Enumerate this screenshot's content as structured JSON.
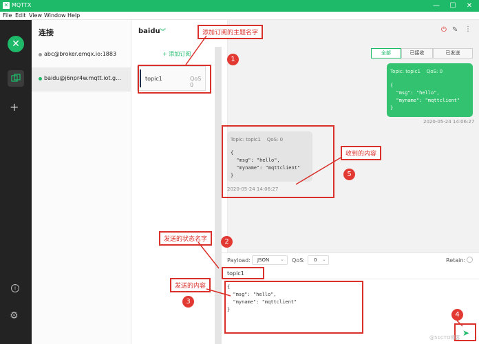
{
  "window": {
    "title": "MQTTX",
    "menu": [
      "File",
      "Edit",
      "View",
      "Window",
      "Help"
    ]
  },
  "sidebar": {
    "heading": "连接",
    "connections": [
      {
        "name": "abc@broker.emqx.io:1883",
        "status_color": "#999999"
      },
      {
        "name": "baidu@j6npr4w.mqtt.iot.g...",
        "status_color": "#1fb96a"
      }
    ]
  },
  "header": {
    "connection_name": "baidu",
    "add_subscription_label": "+ 添加订阅"
  },
  "subscriptions": [
    {
      "topic": "topic1",
      "qos": "QoS 0"
    }
  ],
  "filters": [
    "全部",
    "已接收",
    "已发送"
  ],
  "messages": {
    "sent": {
      "meta": "Topic: topic1    QoS: 0",
      "body": "{\n  \"msg\": \"hello\",\n  \"myname\": \"mqttclient\"\n}",
      "time": "2020-05-24 14:06:27"
    },
    "received": {
      "meta": "Topic: topic1    QoS: 0",
      "body": "{\n  \"msg\": \"hello\",\n  \"myname\": \"mqttclient\"\n}",
      "time": "2020-05-24 14:06:27"
    }
  },
  "composer": {
    "payload_label": "Payload:",
    "payload_format": "JSON",
    "qos_label": "QoS:",
    "qos_value": "0",
    "retain_label": "Retain:",
    "topic_value": "topic1",
    "body": "{\n  \"msg\": \"hello\",\n  \"myname\": \"mqttclient\"\n}"
  },
  "annotations": {
    "1": {
      "label": "添加订阅的主题名字",
      "num": "1"
    },
    "2": {
      "label": "发送的状态名字",
      "num": "2"
    },
    "3": {
      "label": "发送的内容",
      "num": "3"
    },
    "4": {
      "num": "4"
    },
    "5": {
      "label": "收到的内容",
      "num": "5"
    }
  },
  "watermark": "@51CTO博客",
  "colors": {
    "accent": "#1fb96a",
    "annotation": "#d9302a",
    "rail": "#232323"
  }
}
